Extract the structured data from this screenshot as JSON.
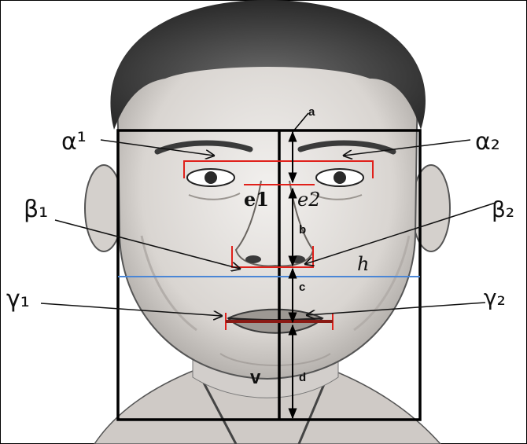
{
  "figure": {
    "labels": {
      "alpha1": "α¹",
      "alpha2": "α₂",
      "beta1": "β₁",
      "beta2": "β₂",
      "gamma1": "γ₁",
      "gamma2": "γ₂",
      "a": "a",
      "b": "b",
      "c": "c",
      "d": "d",
      "e1": "e1",
      "e2": "e2",
      "h": "h",
      "v": "v"
    },
    "colors": {
      "frame": "#000000",
      "red_markers": "#e0201a",
      "blue_line": "#4a86d6",
      "sketch_dark": "#2b2b2b",
      "sketch_mid": "#6e6e6e",
      "skin_light": "#dedad6",
      "background": "#ffffff"
    }
  }
}
